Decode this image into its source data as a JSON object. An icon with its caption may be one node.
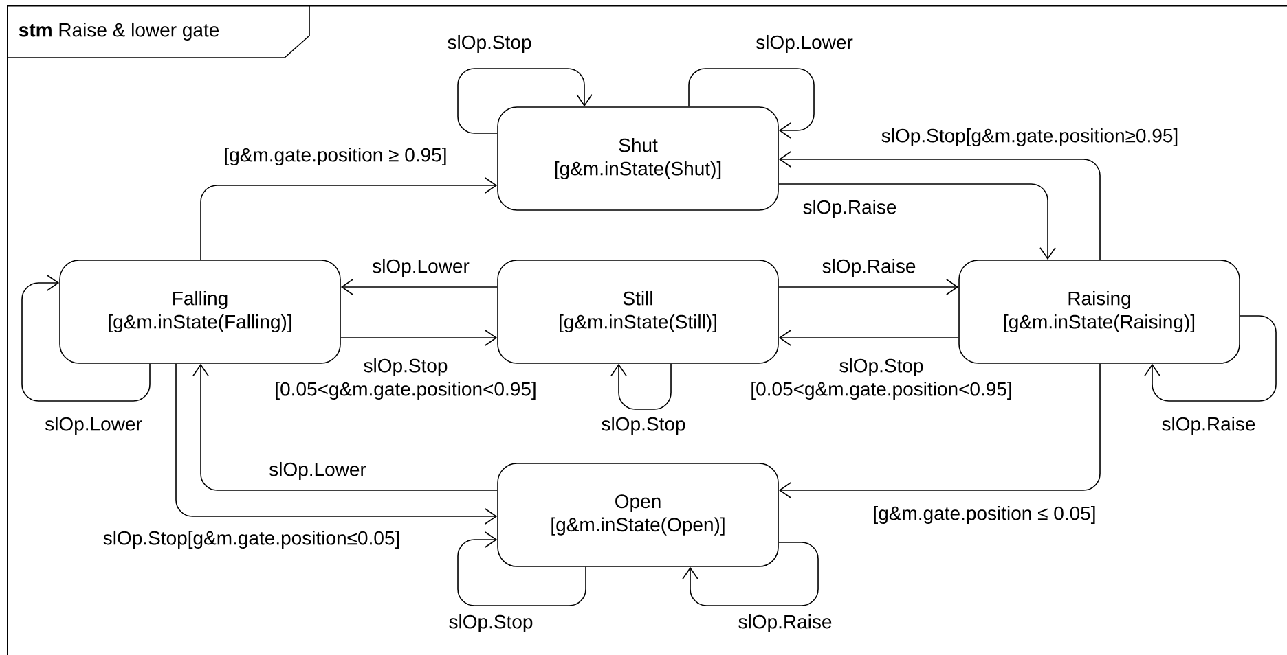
{
  "diagram": {
    "nodes": [
      {
        "text": [
          "**stm** Raise & lower gate"
        ]
      },
      {
        "text": [
          "Shut",
          "[g&m.inState(Shut)]"
        ],
        "in": 0
      },
      {
        "text": [
          "Falling",
          "[g&m.inState(Falling)]"
        ],
        "in": 0
      },
      {
        "text": [
          "Still",
          "[g&m.inState(Still)]"
        ],
        "in": 0
      },
      {
        "text": [
          "Raising",
          "[g&m.inState(Raising)]"
        ],
        "in": 0
      },
      {
        "text": [
          "Open",
          "[g&m.inState(Open)]"
        ],
        "in": 0
      }
    ],
    "edges": [
      {
        "from": 1,
        "to": 1,
        "arrow": "to",
        "label": "slOp.Stop"
      },
      {
        "from": 1,
        "to": 1,
        "arrow": "to",
        "label": "slOp.Lower"
      },
      {
        "from": 2,
        "to": 1,
        "arrow": "to",
        "label": "[g&m.gate.position ≥ 0.95]"
      },
      {
        "from": 4,
        "to": 1,
        "arrow": "to",
        "label": "slOp.Stop[g&m.gate.position≥0.95]"
      },
      {
        "from": 1,
        "to": 4,
        "arrow": "to",
        "label": "slOp.Raise"
      },
      {
        "from": 3,
        "to": 2,
        "arrow": "to",
        "label": "slOp.Lower"
      },
      {
        "from": 3,
        "to": 4,
        "arrow": "to",
        "label": "slOp.Raise"
      },
      {
        "from": 2,
        "to": 3,
        "arrow": "to",
        "label": "slOp.Stop [0.05<g&m.gate.position<0.95]"
      },
      {
        "from": 4,
        "to": 3,
        "arrow": "to",
        "label": "slOp.Stop [0.05<g&m.gate.position<0.95]"
      },
      {
        "from": 3,
        "to": 3,
        "arrow": "to",
        "label": "slOp.Stop"
      },
      {
        "from": 2,
        "to": 2,
        "arrow": "to",
        "label": "slOp.Lower"
      },
      {
        "from": 4,
        "to": 4,
        "arrow": "to",
        "label": "slOp.Raise"
      },
      {
        "from": 5,
        "to": 2,
        "arrow": "to",
        "label": "slOp.Lower"
      },
      {
        "from": 2,
        "to": 5,
        "arrow": "to",
        "label": "slOp.Stop[g&m.gate.position≤0.05]"
      },
      {
        "from": 4,
        "to": 5,
        "arrow": "to",
        "label": "[g&m.gate.position ≤ 0.05]"
      },
      {
        "from": 5,
        "to": 5,
        "arrow": "to",
        "label": "slOp.Stop"
      },
      {
        "from": 5,
        "to": 5,
        "arrow": "to",
        "label": "slOp.Raise"
      }
    ]
  }
}
